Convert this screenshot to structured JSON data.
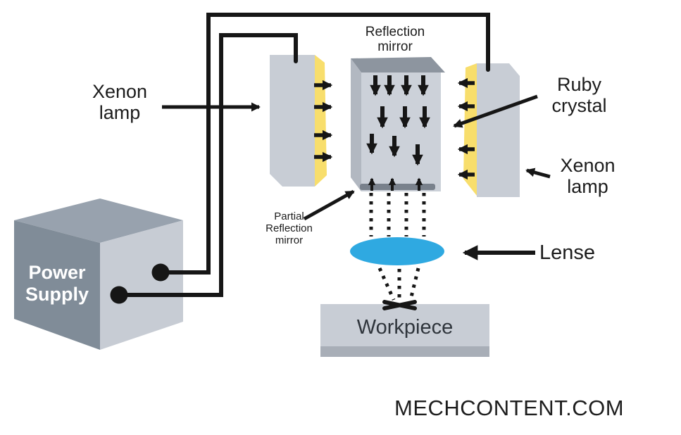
{
  "labels": {
    "xenon_lamp_left": "Xenon lamp",
    "reflection_mirror": "Reflection mirror",
    "ruby_crystal": "Ruby crystal",
    "xenon_lamp_right": "Xenon lamp",
    "partial_reflection_mirror": "Partial Reflection mirror",
    "lense": "Lense",
    "workpiece": "Workpiece",
    "power_supply": "Power Supply",
    "watermark": "MECHCONTENT.COM"
  },
  "colors": {
    "background": "#ffffff",
    "ink": "#161616",
    "label_text": "#1c1c1c",
    "lamp_body": "#c8cdd5",
    "lamp_glow_yellow": "#f8de6c",
    "mirror_top": "#8d959f",
    "crystal_front": "#ccd1d9",
    "crystal_side": "#b2b8c1",
    "partial_mirror_bar": "#79818c",
    "lens_blue": "#2fa9e1",
    "workpiece_body": "#c8cdd5",
    "workpiece_base": "#a8aeb7",
    "power_top": "#98a2ae",
    "power_left": "#808c98",
    "power_right": "#c7ccd4",
    "power_text": "#ffffff"
  }
}
